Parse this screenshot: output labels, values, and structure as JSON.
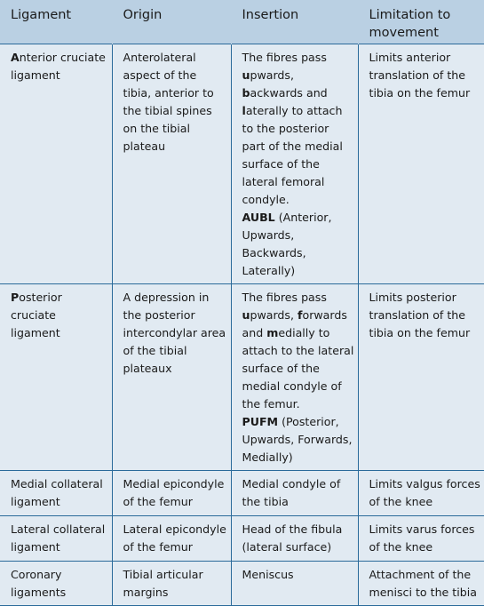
{
  "header": {
    "ligament": "Ligament",
    "origin": "Origin",
    "insertion": "Insertion",
    "limitation": "Limitation to movement"
  },
  "rows": [
    {
      "name_first": "A",
      "name_rest": "nterior cruciate ligament",
      "origin": "Anterolateral aspect of the tibia, anterior to the tibial spines on the tibial plateau",
      "ins_intro": "The fibres pass ",
      "k1": "u",
      "w1": "pwards, ",
      "k2": "b",
      "w2": "ackwards and ",
      "k3": "l",
      "w3": "aterally to attach to the posterior part of the medial surface of the lateral femoral condyle.",
      "mnemonic": "AUBL",
      "mnemonic_expansion": " (Anterior, Upwards, Backwards, Laterally)",
      "limitation": "Limits anterior translation of the tibia on the femur"
    },
    {
      "name_first": "P",
      "name_rest": "osterior cruciate ligament",
      "origin": "A depression in the posterior intercondylar area of the tibial plateaux",
      "ins_intro": "The fibres pass ",
      "k1": "u",
      "w1": "pwards, ",
      "k2": "f",
      "w2": "orwards and ",
      "k3": "m",
      "w3": "edially to attach to the lateral surface of the medial condyle of the femur.",
      "mnemonic": "PUFM",
      "mnemonic_expansion": " (Posterior, Upwards, Forwards, Medially)",
      "limitation": "Limits posterior translation of the tibia on the femur"
    },
    {
      "name": "Medial collateral ligament",
      "origin": "Medial epicondyle of the femur",
      "insertion": "Medial condyle of the tibia",
      "limitation": "Limits valgus forces of the knee"
    },
    {
      "name": "Lateral collateral ligament",
      "origin": "Lateral epicondyle of the femur",
      "insertion": "Head of the fibula (lateral surface)",
      "limitation": "Limits varus forces of the knee"
    },
    {
      "name": "Coronary ligaments",
      "origin": "Tibial articular margins",
      "insertion": "Meniscus",
      "limitation": "Attachment of the menisci to the tibia"
    }
  ]
}
